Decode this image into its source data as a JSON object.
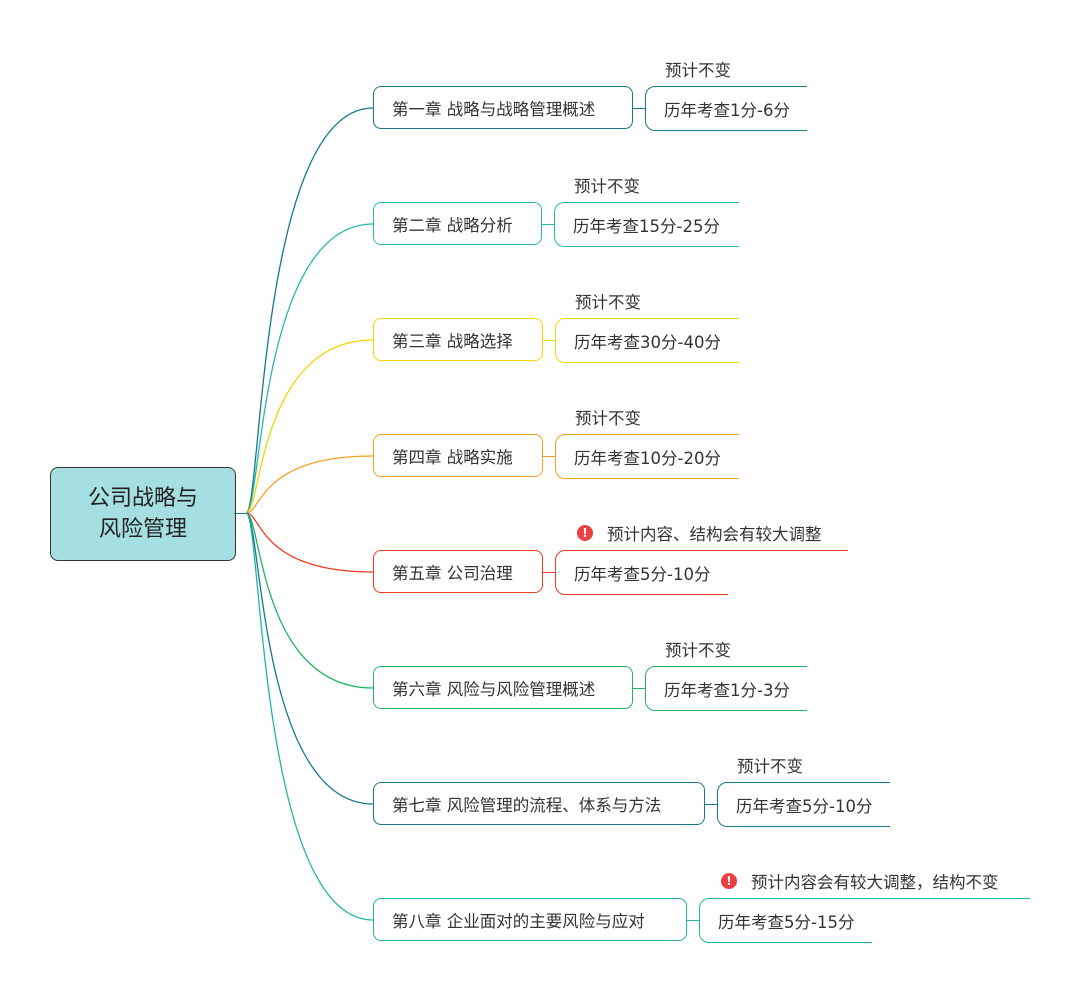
{
  "root": {
    "label": "公司战略与\n风险管理"
  },
  "chapters": [
    {
      "label": "第一章 战略与战略管理概述",
      "note": "预计不变",
      "history": "历年考查1分-6分",
      "color": "#17788c",
      "warning": false
    },
    {
      "label": "第二章 战略分析",
      "note": "预计不变",
      "history": "历年考查15分-25分",
      "color": "#26b8ac",
      "warning": false
    },
    {
      "label": "第三章 战略选择",
      "note": "预计不变",
      "history": "历年考查30分-40分",
      "color": "#f2d600",
      "warning": false
    },
    {
      "label": "第四章 战略实施",
      "note": "预计不变",
      "history": "历年考查10分-20分",
      "color": "#f5a020",
      "warning": false
    },
    {
      "label": "第五章 公司治理",
      "note": "预计内容、结构会有较大调整",
      "history": "历年考查5分-10分",
      "color": "#f03a22",
      "warning": true
    },
    {
      "label": "第六章 风险与风险管理概述",
      "note": "预计不变",
      "history": "历年考查1分-3分",
      "color": "#22b55e",
      "warning": false
    },
    {
      "label": "第七章 风险管理的流程、体系与方法",
      "note": "预计不变",
      "history": "历年考查5分-10分",
      "color": "#17788c",
      "warning": false
    },
    {
      "label": "第八章 企业面对的主要风险与应对",
      "note": "预计内容会有较大调整，结构不变",
      "history": "历年考查5分-15分",
      "color": "#20b5a2",
      "warning": true
    }
  ],
  "icons": {
    "warning": "!"
  }
}
